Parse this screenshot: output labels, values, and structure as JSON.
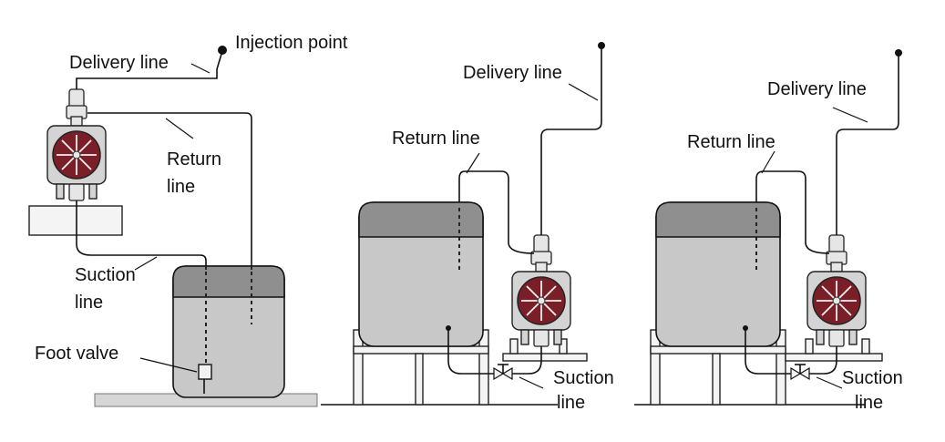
{
  "labels": {
    "injection_point": "Injection point",
    "delivery_line": "Delivery line",
    "return_line_1": "Return",
    "return_line_2": "line",
    "return_line_inline": "Return line",
    "suction_line_1": "Suction",
    "suction_line_2": "line",
    "foot_valve": "Foot valve"
  },
  "icons": {
    "pump": "metering-pump-icon",
    "tank": "chemical-tank-icon",
    "valve": "valve-icon",
    "foot_valve": "foot-valve-icon"
  },
  "colors": {
    "pump_wheel": "#7a1f28",
    "tank_body": "#c8c8c8",
    "tank_top": "#8f8f8f"
  }
}
